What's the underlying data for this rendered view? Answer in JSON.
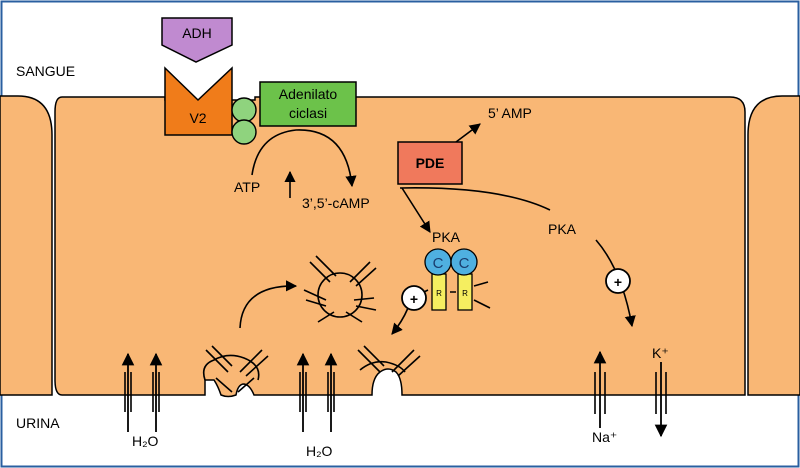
{
  "labels": {
    "blood": "SANGUE",
    "urine": "URINA",
    "adh": "ADH",
    "v2": "V2",
    "adenylate_line1": "Adenilato",
    "adenylate_line2": "ciclasi",
    "five_amp": "5’ AMP",
    "pde": "PDE",
    "atp": "ATP",
    "camp": "3’,5’-cAMP",
    "pka_left": "PKA",
    "pka_right": "PKA",
    "catalytic": "C",
    "regulatory": "R",
    "plus": "+",
    "k_plus": "K⁺",
    "na_plus": "Na⁺",
    "water_left": "H₂O",
    "water_center": "H₂O"
  },
  "colors": {
    "border": "#2a5fa0",
    "cell_fill": "#f9b775",
    "adh": "#c08ad0",
    "v2": "#f07c1a",
    "gprotein": "#8fd37e",
    "adenylate": "#6cc24a",
    "pde": "#f0795c",
    "catalytic": "#4fb0e0",
    "regulatory": "#f5ee60"
  }
}
